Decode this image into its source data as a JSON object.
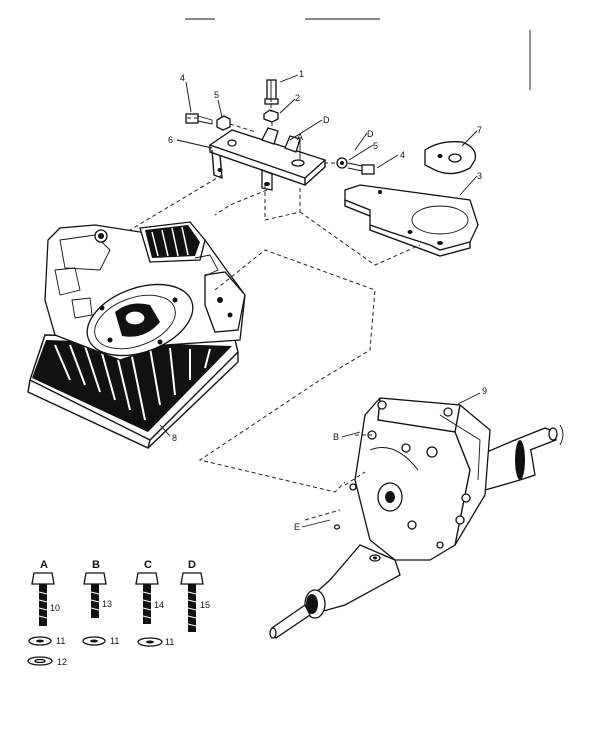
{
  "callouts": {
    "c1": "1",
    "c2": "2",
    "c3": "3",
    "c4a": "4",
    "c4b": "4",
    "c5a": "5",
    "c5b": "5",
    "c6": "6",
    "c7": "7",
    "c8": "8",
    "c9": "9",
    "cD1": "D",
    "cD2": "D",
    "cA": "A",
    "cB": "B",
    "cE": "E"
  },
  "bolts": [
    {
      "letter": "A",
      "num": "10",
      "washer": "11"
    },
    {
      "letter": "B",
      "num": "13",
      "washer": "11"
    },
    {
      "letter": "C",
      "num": "14",
      "washer": "11"
    },
    {
      "letter": "D",
      "num": "15",
      "washer": ""
    }
  ],
  "extra_washer": "12"
}
